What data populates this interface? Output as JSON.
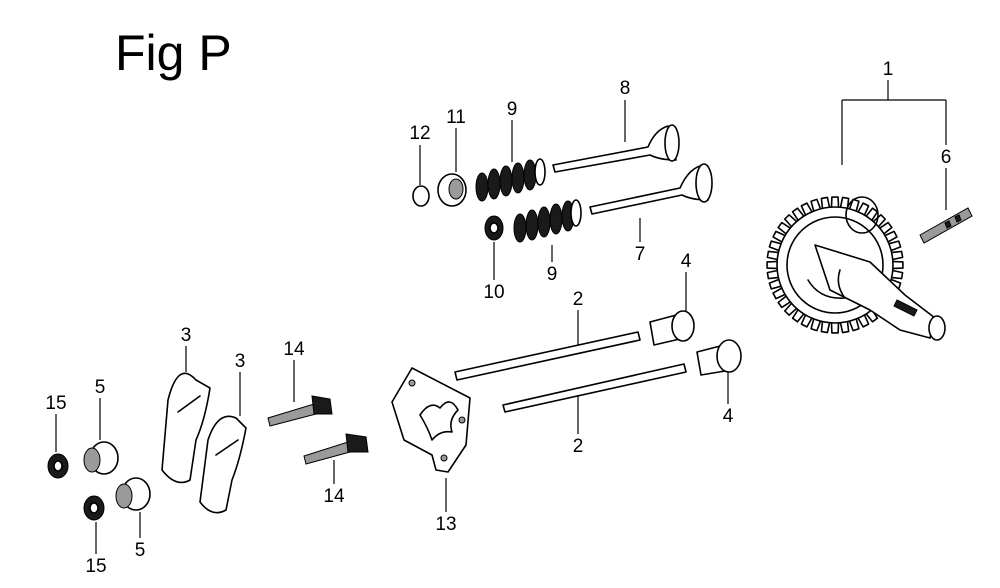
{
  "figure": {
    "title": "Fig P",
    "callouts": {
      "c1": "1",
      "c2a": "2",
      "c2b": "2",
      "c3a": "3",
      "c3b": "3",
      "c4a": "4",
      "c4b": "4",
      "c5a": "5",
      "c5b": "5",
      "c6": "6",
      "c7": "7",
      "c8": "8",
      "c9a": "9",
      "c9b": "9",
      "c10": "10",
      "c11": "11",
      "c12": "12",
      "c13": "13",
      "c14a": "14",
      "c14b": "14",
      "c15a": "15",
      "c15b": "15"
    }
  }
}
